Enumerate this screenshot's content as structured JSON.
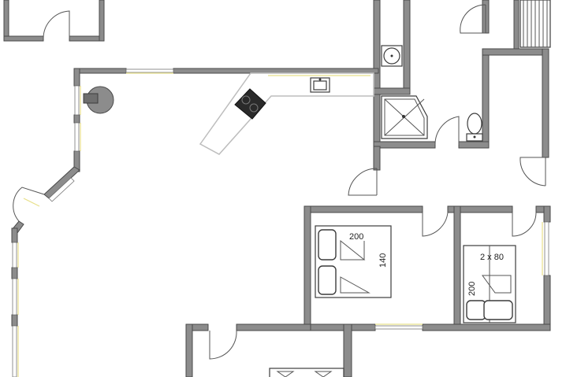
{
  "plan": {
    "labels": {
      "bed_length_main": "200",
      "bed_width_main": "140",
      "bed_twin_width": "2 x 80",
      "bed_twin_length": "200"
    }
  }
}
